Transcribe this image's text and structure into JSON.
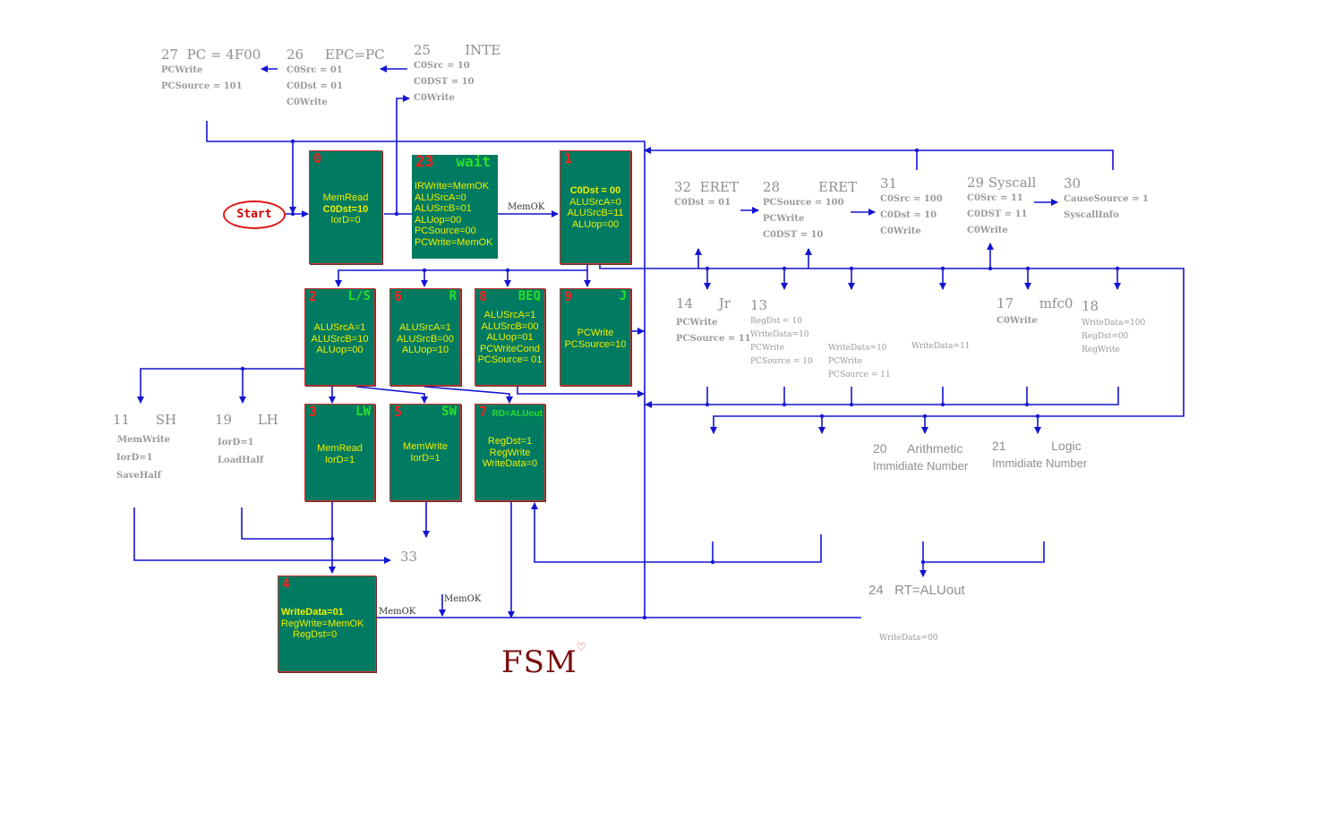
{
  "diagram": {
    "title": "FSM",
    "start_label": "Start",
    "colors": {
      "box_fill": "#007a60",
      "box_border": "#c83232",
      "box_text": "#f0f000",
      "num": "#ff1e1e",
      "tag": "#29e029",
      "wire": "#1414d2"
    },
    "boxes": {
      "s0": {
        "num": "0",
        "tag": "",
        "lines": [
          "MemRead",
          "C0Dst=10",
          "IorD=0"
        ]
      },
      "s23": {
        "num": "23",
        "tag": "wait",
        "lines": [
          "IRWrite=MemOK",
          "ALUSrcA=0",
          "ALUSrcB=01",
          "ALUop=00",
          "PCSource=00",
          "PCWrite=MemOK"
        ]
      },
      "s1": {
        "num": "1",
        "tag": "",
        "lines": [
          "C0Dst = 00",
          "ALUSrcA=0",
          "ALUSrcB=11",
          "ALUop=00"
        ]
      },
      "s2": {
        "num": "2",
        "tag": "L/S",
        "lines": [
          "ALUSrcA=1",
          "ALUSrcB=10",
          "ALUop=00"
        ]
      },
      "s6": {
        "num": "6",
        "tag": "R",
        "lines": [
          "ALUSrcA=1",
          "ALUSrcB=00",
          "ALUop=10"
        ]
      },
      "s8": {
        "num": "8",
        "tag": "BEQ",
        "lines": [
          "ALUSrcA=1",
          "ALUSrcB=00",
          "ALUop=01",
          "PCWriteCond",
          "PCSource= 01"
        ]
      },
      "s9": {
        "num": "9",
        "tag": "J",
        "lines": [
          "PCWrite",
          "PCSource=10"
        ]
      },
      "s3": {
        "num": "3",
        "tag": "LW",
        "lines": [
          "MemRead",
          "IorD=1"
        ]
      },
      "s5": {
        "num": "5",
        "tag": "SW",
        "lines": [
          "MemWrite",
          "IorD=1"
        ]
      },
      "s7": {
        "num": "7",
        "tag": "RD=ALUout",
        "lines": [
          "RegDst=1",
          "RegWrite",
          "WriteData=0"
        ]
      },
      "s4": {
        "num": "4",
        "tag": "",
        "lines": [
          "WriteData=01",
          "RegWrite=MemOK",
          "RegDst=0"
        ]
      }
    },
    "states": {
      "s27": {
        "title": "27  PC = 4F00",
        "sigs": [
          "PCWrite",
          "PCSource = 101"
        ]
      },
      "s26": {
        "title": "26     EPC=PC",
        "sigs": [
          "C0Src = 01",
          "C0Dst = 01",
          "C0Write"
        ]
      },
      "s25": {
        "title": "25        INTE",
        "sigs": [
          "C0Src = 10",
          "C0DST = 10",
          "C0Write"
        ]
      },
      "s32": {
        "title": "32  ERET",
        "sigs": [
          "C0Dst = 01"
        ]
      },
      "s28": {
        "title": "28         ERET",
        "sigs": [
          "PCSource = 100",
          "PCWrite",
          "C0DST = 10"
        ]
      },
      "s31": {
        "title": "31",
        "sigs": [
          "C0Src = 100",
          "C0Dst = 10",
          "C0Write"
        ]
      },
      "s29": {
        "title": "29 Syscall",
        "sigs": [
          "C0Src = 11",
          "C0DST = 11",
          "C0Write"
        ]
      },
      "s30": {
        "title": "30",
        "sigs": [
          "CauseSource = 1",
          "SyscallInfo"
        ]
      },
      "s14": {
        "title": "14      Jr",
        "sigs": [
          "PCWrite",
          "PCSource = 11"
        ]
      },
      "s13": {
        "title": "13",
        "sigs": [
          "RegDst = 10",
          "WriteData=10",
          "PCWrite",
          "PCSource = 10"
        ]
      },
      "s15": {
        "title": "",
        "sigs": [
          "WriteData=10",
          "PCWrite",
          "PCSource = 11"
        ]
      },
      "s16": {
        "title": "",
        "sigs": [
          "WriteData=11"
        ]
      },
      "s17": {
        "title": "17      mfc0",
        "sigs": [
          "C0Write"
        ]
      },
      "s18": {
        "title": "18",
        "sigs": [
          "WriteData=100",
          "RegDst=00",
          "RegWrite"
        ]
      },
      "s11": {
        "title": "11      SH",
        "sigs": [
          "MemWrite",
          "IorD=1",
          "SaveHalf"
        ]
      },
      "s19": {
        "title": "19      LH",
        "sigs": [
          "IorD=1",
          "LoadHalf"
        ]
      },
      "s20": {
        "title": "20      Arithmetic",
        "sigs": [
          "Immidiate Number"
        ]
      },
      "s21": {
        "title": "21             Logic",
        "sigs": [
          "Immidiate Number"
        ]
      },
      "s24": {
        "title": "24   RT=ALUout",
        "sigs": [
          "WriteData=00"
        ]
      },
      "s33": {
        "title": "33",
        "sigs": []
      }
    },
    "edge_labels": {
      "memok_1": "MemOK",
      "memok_2": "MemOK",
      "memok_3": "MemOK"
    }
  }
}
